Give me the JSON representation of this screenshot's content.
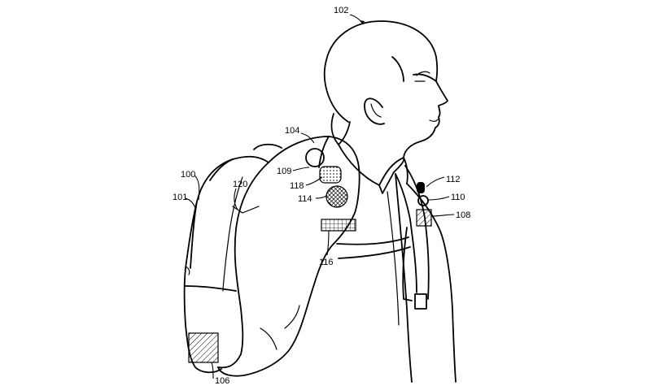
{
  "figure": {
    "reference_labels": {
      "person": "102",
      "backpack": "100",
      "backpack_side": "101",
      "shoulder_strap": "104",
      "bottom_sensor": "106",
      "front_sensor": "108",
      "strap_device_a": "109",
      "front_button": "110",
      "front_switch": "112",
      "strap_pad": "114",
      "chest_band": "116",
      "strap_device_b": "118",
      "top_edge": "120"
    },
    "colors": {
      "ink": "#000000",
      "background": "#ffffff"
    }
  }
}
